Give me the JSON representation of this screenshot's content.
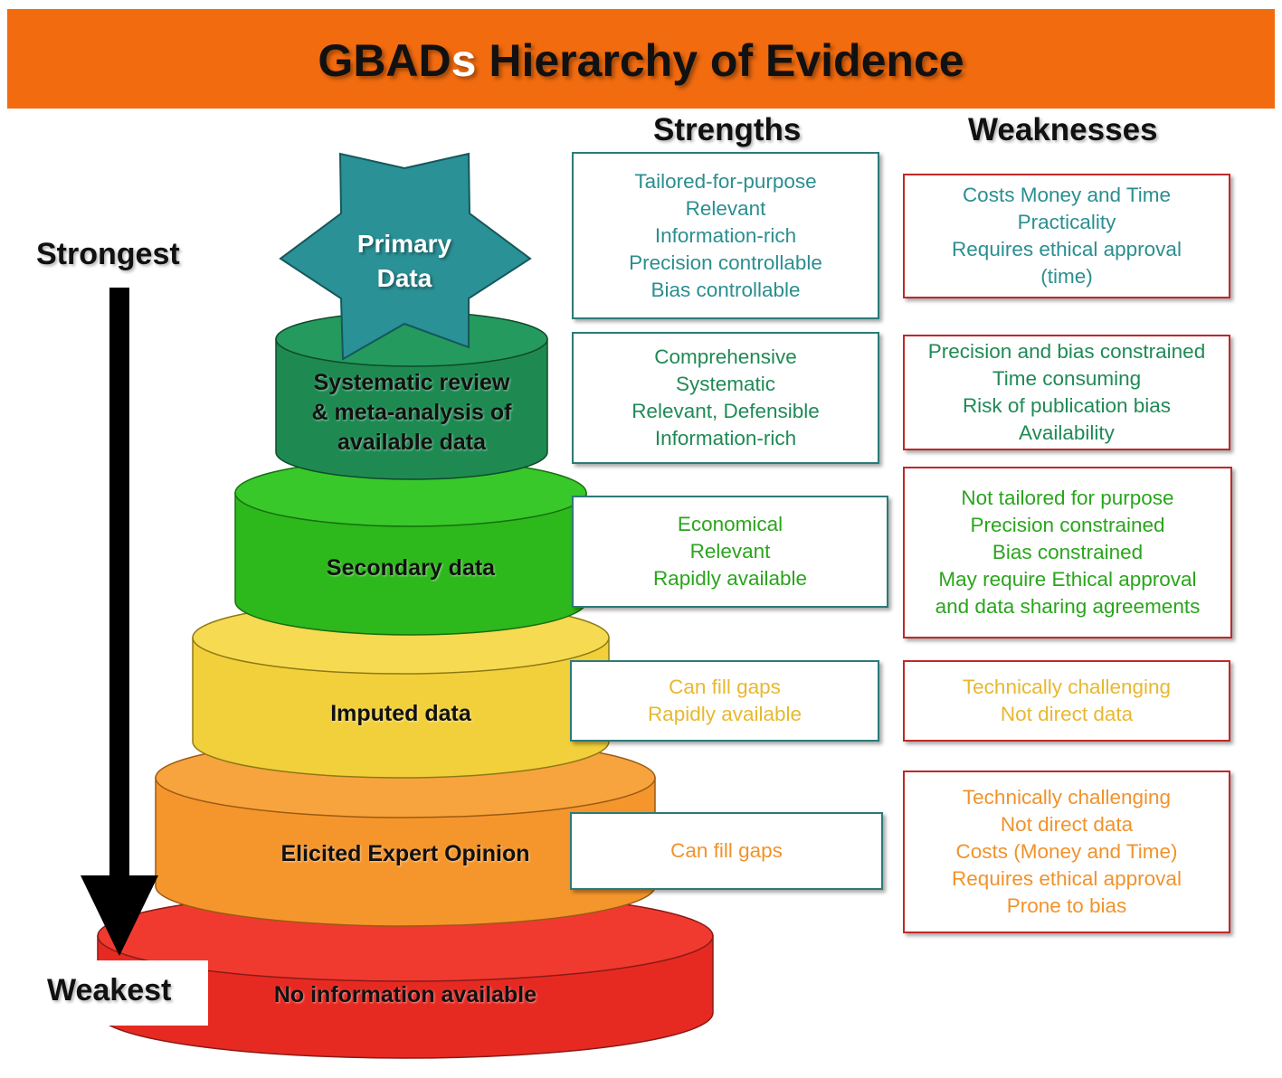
{
  "title": {
    "main": "GBAD",
    "s": "s",
    "rest": " Hierarchy of Evidence"
  },
  "headers": {
    "strengths": "Strengths",
    "weaknesses": "Weaknesses"
  },
  "axis": {
    "strongest": "Strongest",
    "weakest": "Weakest"
  },
  "colors": {
    "banner": "#f26b0f",
    "teal": "#2b8e90",
    "primary_star": "#2a9196",
    "systematic": "#1f8a55",
    "secondary": "#2fbd20",
    "imputed": "#f2d23e",
    "expert": "#f59b32",
    "none": "#ee2f27",
    "strength_border": "#2b7a78",
    "weakness_border": "#c0282a"
  },
  "tiers": [
    {
      "id": "primary",
      "label": [
        "Primary",
        "Data"
      ],
      "text_color": "#2b8e90",
      "strengths": [
        "Tailored-for-purpose",
        "Relevant",
        "Information-rich",
        "Precision controllable",
        "Bias controllable"
      ],
      "weaknesses": [
        "Costs Money and Time",
        "Practicality",
        "Requires ethical approval",
        "(time)"
      ]
    },
    {
      "id": "systematic",
      "label": [
        "Systematic review",
        "& meta-analysis of",
        "available data"
      ],
      "text_color": "#1f8a55",
      "strengths": [
        "Comprehensive",
        "Systematic",
        "Relevant, Defensible",
        "Information-rich"
      ],
      "weaknesses": [
        "Precision and bias constrained",
        "Time consuming",
        "Risk of publication bias",
        "Availability"
      ]
    },
    {
      "id": "secondary",
      "label": [
        "Secondary data"
      ],
      "text_color": "#2aa51c",
      "strengths": [
        "Economical",
        "Relevant",
        "Rapidly available"
      ],
      "weaknesses": [
        "Not tailored for purpose",
        "Precision constrained",
        "Bias constrained",
        "May require Ethical approval",
        "and data sharing agreements"
      ]
    },
    {
      "id": "imputed",
      "label": [
        "Imputed data"
      ],
      "text_color": "#e8b830",
      "strengths": [
        "Can fill gaps",
        "Rapidly available"
      ],
      "weaknesses": [
        "Technically challenging",
        "Not direct data"
      ]
    },
    {
      "id": "expert",
      "label": [
        "Elicited Expert Opinion"
      ],
      "text_color": "#f0932c",
      "strengths": [
        "Can fill gaps"
      ],
      "weaknesses": [
        "Technically challenging",
        "Not direct data",
        "Costs (Money and Time)",
        "Requires ethical approval",
        "Prone to bias"
      ]
    },
    {
      "id": "none",
      "label": [
        "No information available"
      ]
    }
  ]
}
